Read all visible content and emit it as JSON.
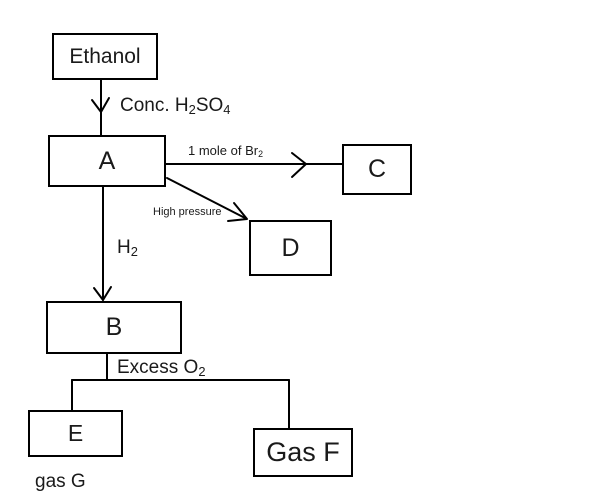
{
  "nodes": {
    "ethanol": "Ethanol",
    "a": "A",
    "b": "B",
    "c": "C",
    "d": "D",
    "e": "E",
    "f": "Gas F"
  },
  "labels": {
    "conc_main": "Conc. H",
    "conc_sub2": "2",
    "conc_so": "SO",
    "conc_sub4": "4",
    "br_main": "1 mole of Br",
    "br_sub": "2",
    "high_pressure": "High pressure",
    "h_main": "H",
    "h_sub": "2",
    "excess_main": "Excess O",
    "excess_sub": "2",
    "gas_g": "gas G"
  },
  "colors": {
    "line": "#000000",
    "text": "#1a1a1a",
    "background": "#ffffff"
  }
}
